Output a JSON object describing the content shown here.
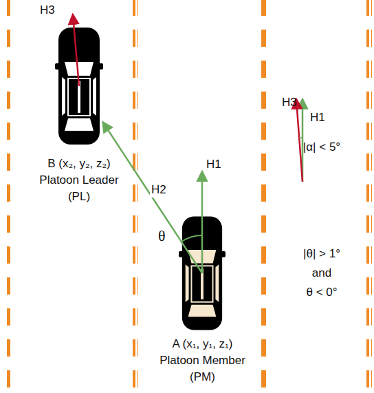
{
  "diagram": {
    "nodes": [
      {
        "text": [
          "B (x₂, y₂, z₂)",
          "Platoon Leader (PL)"
        ]
      },
      {
        "text": [
          "A (x₁, y₁, z₁)",
          "Platoon Member (PM)"
        ]
      }
    ],
    "edges": [
      {
        "from": 1,
        "to": 0,
        "arrow": "to",
        "label": "H2"
      }
    ],
    "labels": [
      "H3",
      "H1",
      "θ",
      "H3",
      "H1",
      "|α| < 5°",
      "|θ| > 1°",
      "and",
      "θ < 0°"
    ]
  }
}
